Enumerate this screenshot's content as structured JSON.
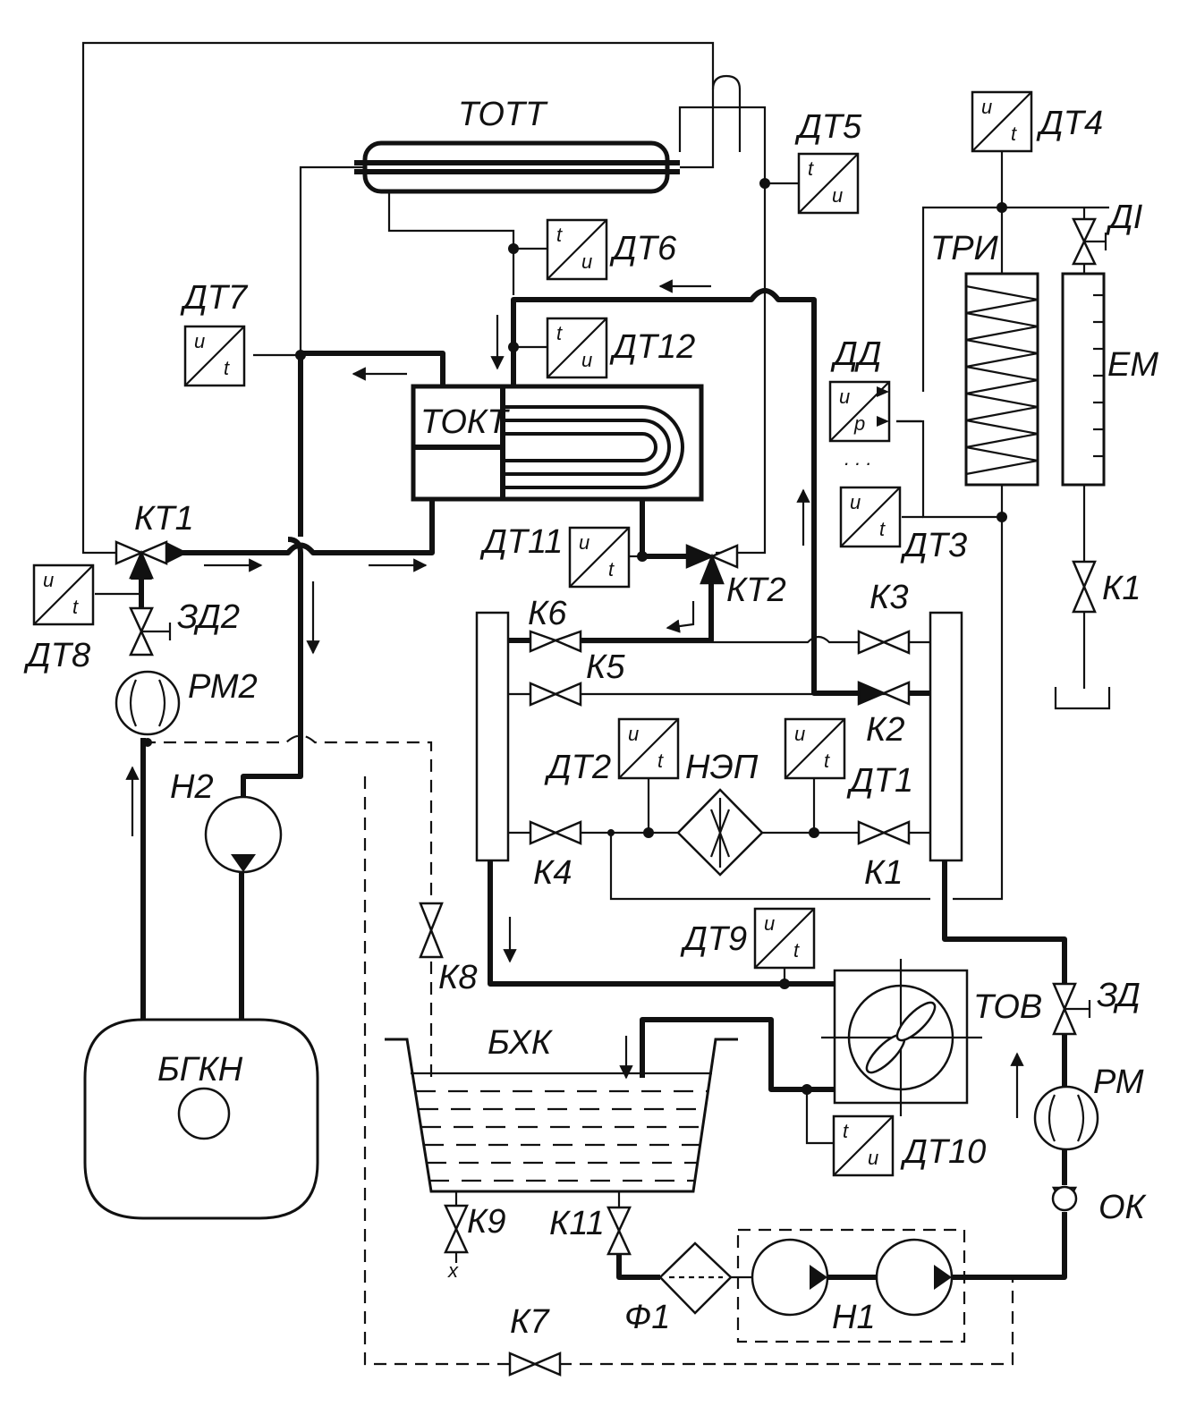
{
  "components": {
    "tott": "ТОТТ",
    "tokt": "ТОКТ",
    "tri": "ТРИ",
    "em": "ЕМ",
    "dd": "ДД",
    "nep": "НЭП",
    "tov": "ТОВ",
    "bxk": "БХК",
    "bgkn": "БГКН",
    "n1": "Н1",
    "n2": "Н2",
    "f1": "Ф1",
    "ok": "ОК",
    "rm2": "РМ2",
    "rm1": "РМ",
    "zd2": "ЗД2",
    "zd1": "ЗД",
    "dp": "ДІ"
  },
  "sensors": {
    "dt1": "ДТ1",
    "dt2": "ДТ2",
    "dt3": "ДТ3",
    "dt4": "ДТ4",
    "dt5": "ДТ5",
    "dt6": "ДТ6",
    "dt7": "ДТ7",
    "dt8": "ДТ8",
    "dt9": "ДТ9",
    "dt10": "ДТ10",
    "dt11": "ДТ11",
    "dt12": "ДТ12"
  },
  "valves": {
    "k1": "К1",
    "k2": "К2",
    "k3": "К3",
    "k4": "К4",
    "k5": "К5",
    "k6": "К6",
    "k7": "К7",
    "k8": "К8",
    "k9": "К9",
    "k11": "К11",
    "k1x": "К1",
    "kt1": "КТ1",
    "kt2": "КТ2"
  },
  "glyphs": {
    "u": "u",
    "t": "t",
    "p": "p",
    "dots": ". . ."
  }
}
